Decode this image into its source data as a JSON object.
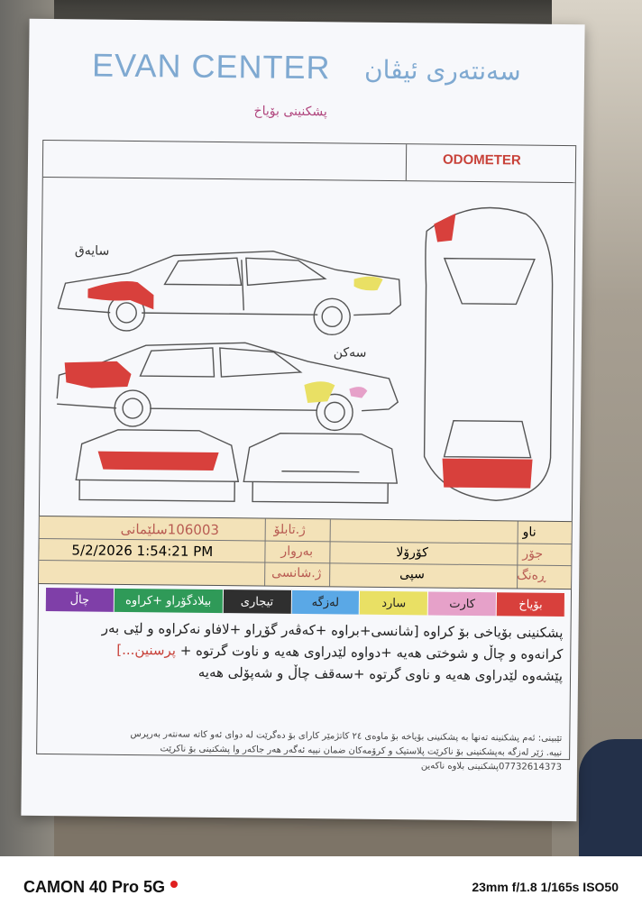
{
  "form": {
    "brand": "EVAN CENTER",
    "brand_ku": "سەنتەری ئیڤان",
    "subtitle": "پشکنینی بۆیاخ",
    "odometer_label": "ODOMETER",
    "side_left_label": "سایەق",
    "side_right_label": "سەکن",
    "info": {
      "name_label": "ناو",
      "type_label": "جۆر",
      "color_label": "ڕەنگ",
      "type_value": "کۆرۆلا",
      "color_value": "سپی",
      "plate_label": "ژ.تابلۆ",
      "plate_value": "106003سلێمانی",
      "date_label": "بەروار",
      "date_value": "5/2/2026 1:54:21 PM",
      "chassis_label": "ژ.شانسی"
    },
    "legend": [
      {
        "label": "بۆیاخ",
        "color": "#d8403c"
      },
      {
        "label": "کارت",
        "color": "#e6a1c9"
      },
      {
        "label": "سارد",
        "color": "#e9e064"
      },
      {
        "label": "لەزگە",
        "color": "#5aa8e6"
      },
      {
        "label": "تیجاری",
        "color": "#2f2f2f"
      },
      {
        "label": "بیلادگۆراو +کراوە",
        "color": "#2f9a58"
      },
      {
        "label": "چاڵ",
        "color": "#7f3fa8"
      }
    ],
    "notes_line1": "پشکنینی بۆیاخی بۆ کراوە [شانسی+براوە +کەڤەر گۆڕاو +لافاو نەکراوە و لێی بەر",
    "notes_line2_red": "پرسنین...]",
    "notes_line2": "کرانەوە و چاڵ و شوختی هەیە +دواوە لێدراوی هەیە و ناوت گرتوە +",
    "notes_line3": "پێشەوە لێدراوی هەیە و ناوی گرتوە +سەقف چاڵ و شەپۆلی هەیە",
    "footer_line1": "تێبینی: ئەم پشکنینە تەنها بە پشکنینی بۆیاخە بۆ ماوەی ٢٤ کاتژمێر کارای بۆ دەگرێت لە دوای ئەو کاتە سەنتەر بەرپرس",
    "footer_line2": "نییە. ژێر لەزگە بەپشکنینی بۆ ناکرێت پلاستیک و کرۆمەکان ضمان نییە ئەگەر هەر جاکەر وا پشکنینی بۆ ناکرێت",
    "footer_line3": "07732614373پشکنینی بلاوە ناکەین"
  },
  "camera": {
    "model": "CAMON 40 Pro 5G",
    "specs": "23mm f/1.8 1/165s ISO50"
  }
}
